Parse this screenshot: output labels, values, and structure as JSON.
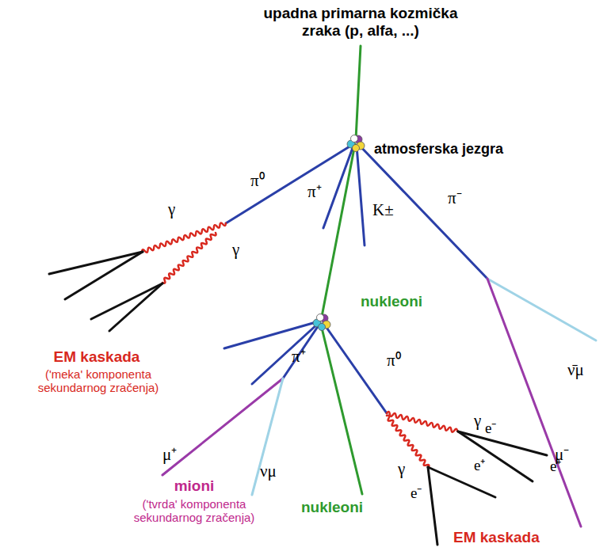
{
  "diagram": {
    "labels": [
      "upadna primarna kozmička zraka (p, alfa, ...)",
      "atmosferska jezgra",
      "π⁰",
      "π⁺",
      "K±",
      "π⁻",
      "γ",
      "γ",
      "nukleoni",
      "ν̄μ",
      "EM kaskada",
      "('meka' komponenta sekundarnog zračenja)",
      "μ⁺",
      "νμ",
      "π⁺",
      "π⁰",
      "γ",
      "γ",
      "mioni",
      "('tvrda' komponenta sekundarnog zračenja)",
      "e⁻",
      "e⁺",
      "e⁺",
      "e⁻",
      "μ⁻",
      "nukleoni",
      "EM kaskada"
    ]
  }
}
